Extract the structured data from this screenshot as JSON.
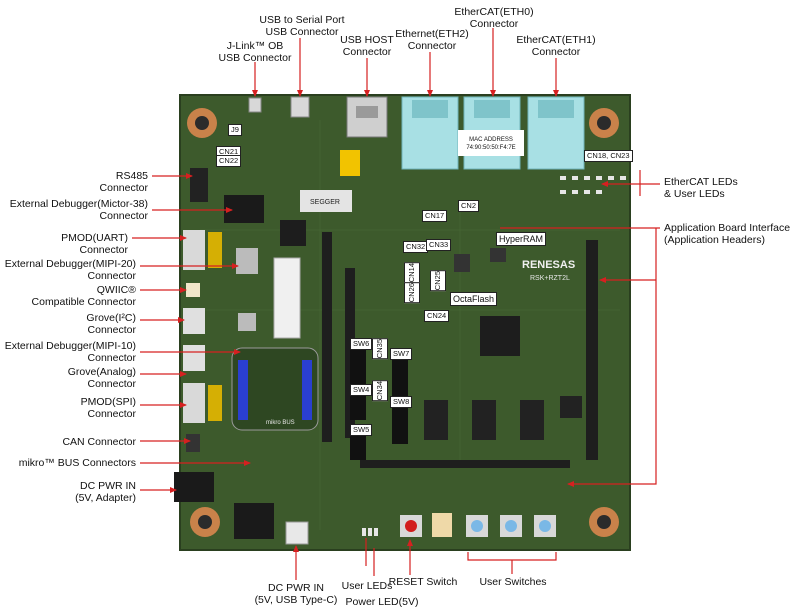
{
  "labels": {
    "usb_serial": "USB to Serial Port\nUSB Connector",
    "jlink": "J-Link™ OB\nUSB Connector",
    "usb_host": "USB HOST\nConnector",
    "eth2": "Ethernet(ETH2)\nConnector",
    "eth0": "EtherCAT(ETH0)\nConnector",
    "eth1": "EtherCAT(ETH1)\nConnector",
    "rs485": "RS485\nConnector",
    "mictor": "External Debugger(Mictor-38)\nConnector",
    "pmod_uart": "PMOD(UART)\nConnector",
    "mipi20": "External Debugger(MIPI-20)\nConnector",
    "qwiic": "QWIIC®\nCompatible Connector",
    "grove_i2c": "Grove(I²C)\nConnector",
    "mipi10": "External Debugger(MIPI-10)\nConnector",
    "grove_analog": "Grove(Analog)\nConnector",
    "pmod_spi": "PMOD(SPI)\nConnector",
    "can": "CAN Connector",
    "mikrobus": "mikro™ BUS Connectors",
    "dc_adapter": "DC PWR IN\n(5V, Adapter)",
    "dc_usbc": "DC PWR IN\n(5V, USB Type-C)",
    "user_leds": "User LEDs",
    "power_led": "Power LED(5V)",
    "reset_switch": "RESET Switch",
    "user_switches": "User Switches",
    "ethercat_leds": "EtherCAT LEDs\n& User LEDs",
    "app_interface": "Application Board Interface\n(Application Headers)"
  },
  "chip_tags": {
    "hyperram": "HyperRAM",
    "octaflash": "OctaFlash",
    "sw6": "SW6",
    "sw7": "SW7",
    "sw4": "SW4",
    "sw8": "SW8",
    "sw5": "SW5",
    "cn35": "CN35",
    "cn34": "CN34",
    "cn17": "CN17",
    "cn2": "CN2",
    "cn32": "CN32",
    "cn33": "CN33",
    "cn14": "CN14",
    "cn26": "CN26",
    "cn25": "CN25",
    "cn24": "CN24",
    "cn21": "CN21",
    "cn22": "CN22",
    "cn18_23": "CN18, CN23",
    "j9": "J9"
  },
  "board_text": {
    "mac": "MAC ADDRESS\n74:90:50:50:F4:7E",
    "brand": "RENESAS",
    "model": "RSK+RZT2L",
    "segger": "SEGGER",
    "mikro": "mikro\nBUS"
  },
  "colors": {
    "board": "#3d5a2c",
    "board_dark": "#2e4722",
    "eth_jack": "#a8e0e4",
    "arrow": "#d62020",
    "copper": "#c9824a"
  }
}
